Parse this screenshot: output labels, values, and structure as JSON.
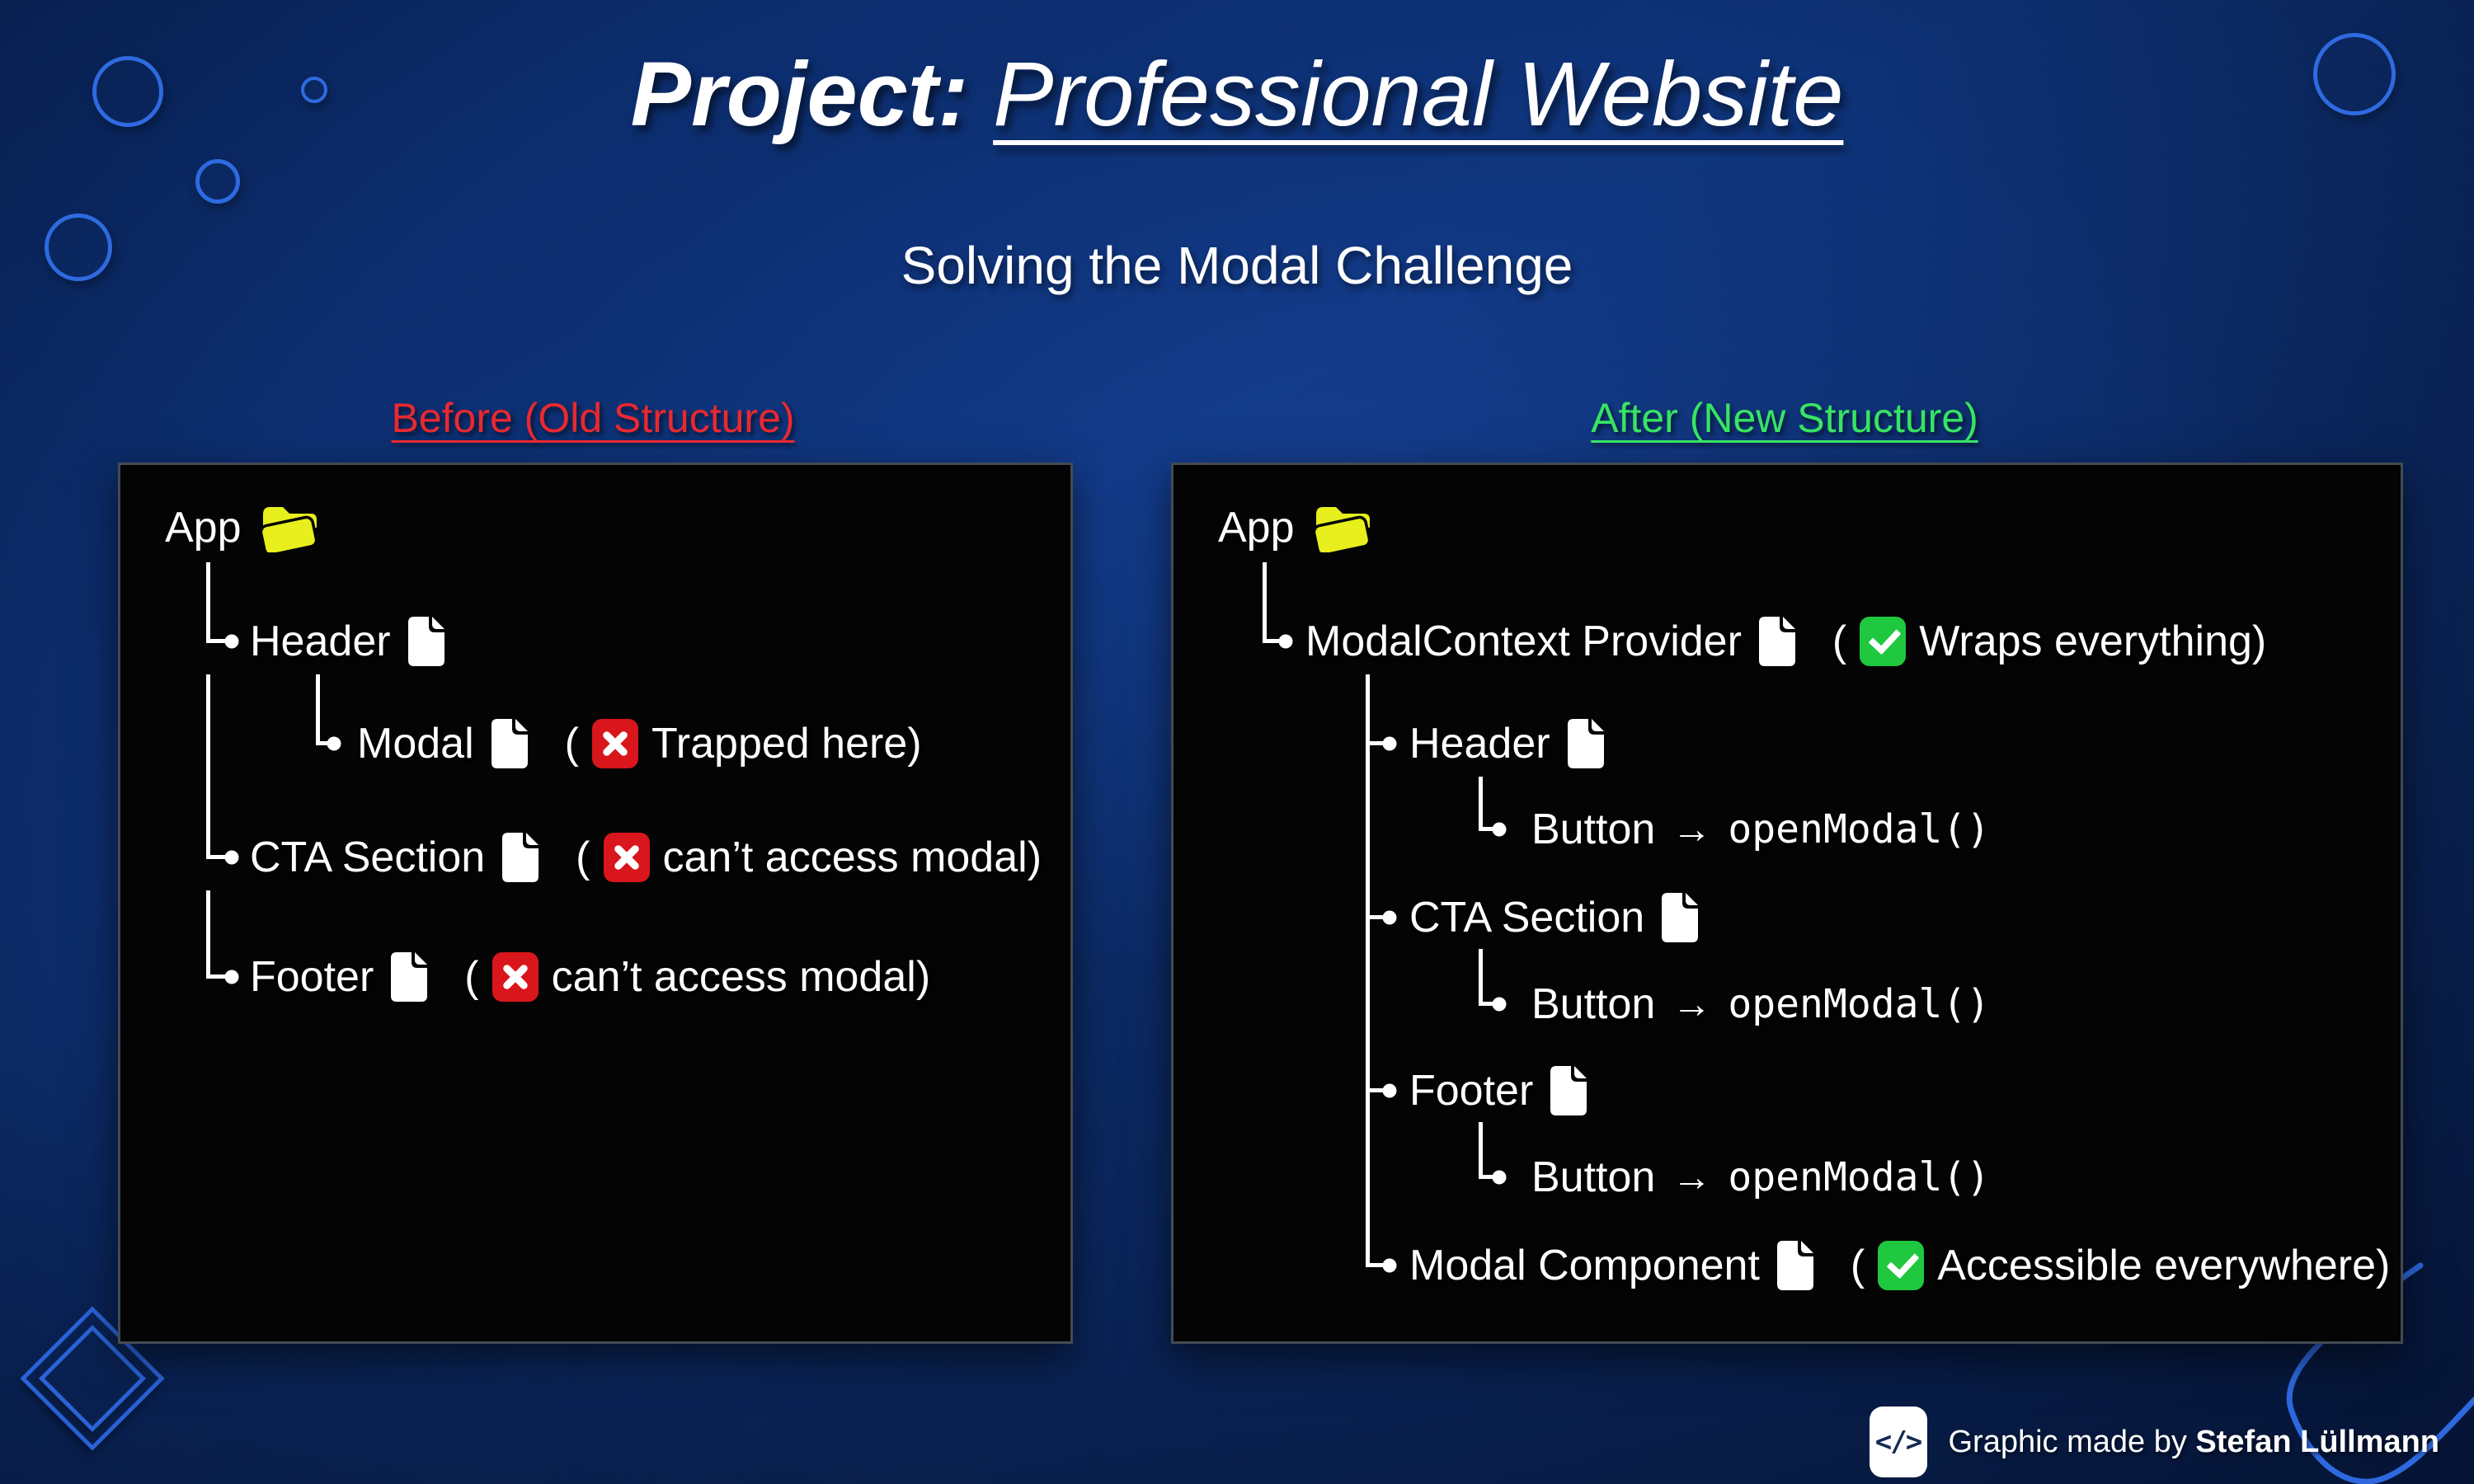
{
  "page": {
    "title_prefix": "Project:",
    "title_main": "Professional Website",
    "subtitle": "Solving the Modal Challenge"
  },
  "colors": {
    "background_top": "#0e3379",
    "background_bottom": "#071c47",
    "panel_background": "#040404",
    "before_heading_red": "#ea2830",
    "after_heading_green": "#37e463",
    "folder_yellow": "#e7ef1c",
    "cross_badge_red": "#d9161b",
    "check_badge_green": "#1fc83f",
    "decor_line_blue": "#2e6ae0"
  },
  "before": {
    "heading": "Before (Old Structure)",
    "rows": [
      {
        "label": "App"
      },
      {
        "label": "Header"
      },
      {
        "label": "Modal",
        "paren_open": "(",
        "note": "Trapped here)"
      },
      {
        "label": "CTA Section",
        "paren_open": "(",
        "note": "can’t access modal)"
      },
      {
        "label": "Footer",
        "paren_open": "(",
        "note": "can’t access modal)"
      }
    ]
  },
  "after": {
    "heading": "After (New Structure)",
    "rows": [
      {
        "label": "App"
      },
      {
        "label": "ModalContext Provider",
        "paren_open": "(",
        "note": "Wraps everything)"
      },
      {
        "label": "Header"
      },
      {
        "label": "Button",
        "arrow": "→",
        "code": "openModal()"
      },
      {
        "label": "CTA Section"
      },
      {
        "label": "Button",
        "arrow": "→",
        "code": "openModal()"
      },
      {
        "label": "Footer"
      },
      {
        "label": "Button",
        "arrow": "→",
        "code": "openModal()"
      },
      {
        "label": "Modal Component",
        "paren_open": "(",
        "note": "Accessible everywhere)"
      }
    ]
  },
  "attribution": {
    "prefix": "Graphic made by ",
    "author": "Stefan Lüllmann",
    "code_glyph": "</>"
  }
}
